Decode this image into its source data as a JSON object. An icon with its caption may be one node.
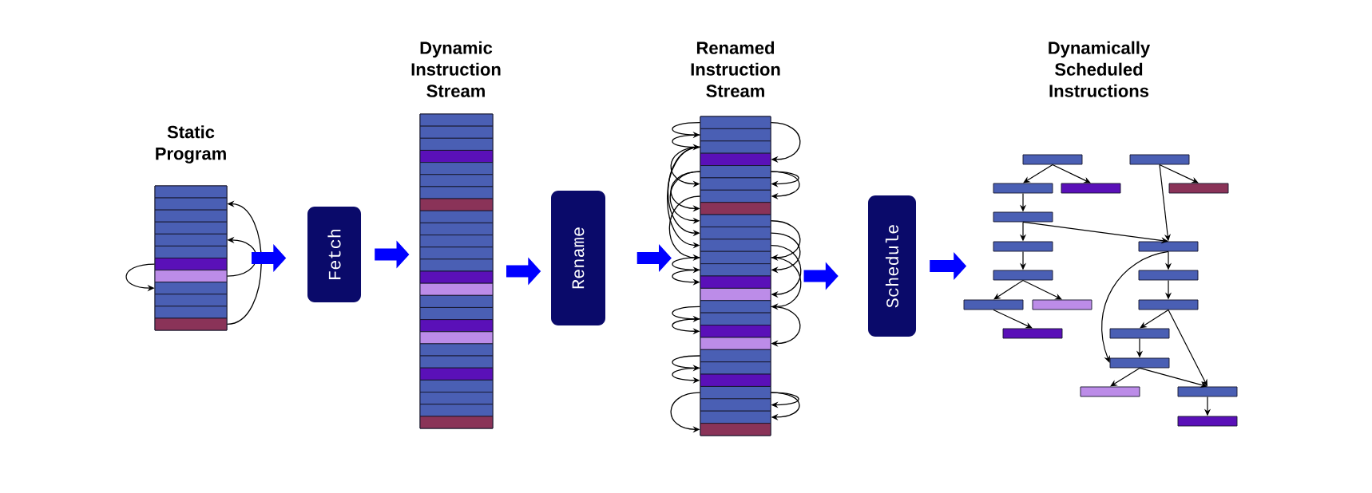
{
  "diagram": {
    "nodes": [
      {
        "text": [
          "Static Program"
        ]
      },
      {
        "text": [],
        "shape": "bar",
        "in": 0
      },
      {
        "text": [],
        "shape": "bar",
        "in": 0
      },
      {
        "text": [],
        "shape": "bar",
        "in": 0
      },
      {
        "text": [],
        "shape": "bar",
        "in": 0
      },
      {
        "text": [],
        "shape": "bar",
        "in": 0
      },
      {
        "text": [],
        "shape": "bar",
        "in": 0
      },
      {
        "text": [],
        "shape": "bar",
        "in": 0
      },
      {
        "text": [],
        "shape": "bar",
        "in": 0
      },
      {
        "text": [],
        "shape": "bar",
        "in": 0
      },
      {
        "text": [],
        "shape": "bar",
        "in": 0
      },
      {
        "text": [],
        "shape": "bar",
        "in": 0
      },
      {
        "text": [],
        "shape": "bar",
        "in": 0
      },
      {
        "text": [
          "Fetch"
        ]
      },
      {
        "text": [
          "Dynamic Instruction Stream"
        ]
      },
      {
        "text": [],
        "shape": "bar",
        "in": 14
      },
      {
        "text": [],
        "shape": "bar",
        "in": 14
      },
      {
        "text": [],
        "shape": "bar",
        "in": 14
      },
      {
        "text": [],
        "shape": "bar",
        "in": 14
      },
      {
        "text": [],
        "shape": "bar",
        "in": 14
      },
      {
        "text": [],
        "shape": "bar",
        "in": 14
      },
      {
        "text": [],
        "shape": "bar",
        "in": 14
      },
      {
        "text": [],
        "shape": "bar",
        "in": 14
      },
      {
        "text": [],
        "shape": "bar",
        "in": 14
      },
      {
        "text": [],
        "shape": "bar",
        "in": 14
      },
      {
        "text": [],
        "shape": "bar",
        "in": 14
      },
      {
        "text": [],
        "shape": "bar",
        "in": 14
      },
      {
        "text": [],
        "shape": "bar",
        "in": 14
      },
      {
        "text": [],
        "shape": "bar",
        "in": 14
      },
      {
        "text": [],
        "shape": "bar",
        "in": 14
      },
      {
        "text": [],
        "shape": "bar",
        "in": 14
      },
      {
        "text": [],
        "shape": "bar",
        "in": 14
      },
      {
        "text": [],
        "shape": "bar",
        "in": 14
      },
      {
        "text": [],
        "shape": "bar",
        "in": 14
      },
      {
        "text": [],
        "shape": "bar",
        "in": 14
      },
      {
        "text": [],
        "shape": "bar",
        "in": 14
      },
      {
        "text": [],
        "shape": "bar",
        "in": 14
      },
      {
        "text": [],
        "shape": "bar",
        "in": 14
      },
      {
        "text": [],
        "shape": "bar",
        "in": 14
      },
      {
        "text": [],
        "shape": "bar",
        "in": 14
      },
      {
        "text": [],
        "shape": "bar",
        "in": 14
      },
      {
        "text": [
          "Rename"
        ]
      },
      {
        "text": [
          "Renamed Instruction Stream"
        ]
      },
      {
        "text": [],
        "shape": "bar",
        "in": 42
      },
      {
        "text": [],
        "shape": "bar",
        "in": 42
      },
      {
        "text": [],
        "shape": "bar",
        "in": 42
      },
      {
        "text": [],
        "shape": "bar",
        "in": 42
      },
      {
        "text": [],
        "shape": "bar",
        "in": 42
      },
      {
        "text": [],
        "shape": "bar",
        "in": 42
      },
      {
        "text": [],
        "shape": "bar",
        "in": 42
      },
      {
        "text": [],
        "shape": "bar",
        "in": 42
      },
      {
        "text": [],
        "shape": "bar",
        "in": 42
      },
      {
        "text": [],
        "shape": "bar",
        "in": 42
      },
      {
        "text": [],
        "shape": "bar",
        "in": 42
      },
      {
        "text": [],
        "shape": "bar",
        "in": 42
      },
      {
        "text": [],
        "shape": "bar",
        "in": 42
      },
      {
        "text": [],
        "shape": "bar",
        "in": 42
      },
      {
        "text": [],
        "shape": "bar",
        "in": 42
      },
      {
        "text": [],
        "shape": "bar",
        "in": 42
      },
      {
        "text": [],
        "shape": "bar",
        "in": 42
      },
      {
        "text": [],
        "shape": "bar",
        "in": 42
      },
      {
        "text": [],
        "shape": "bar",
        "in": 42
      },
      {
        "text": [],
        "shape": "bar",
        "in": 42
      },
      {
        "text": [],
        "shape": "bar",
        "in": 42
      },
      {
        "text": [],
        "shape": "bar",
        "in": 42
      },
      {
        "text": [],
        "shape": "bar",
        "in": 42
      },
      {
        "text": [],
        "shape": "bar",
        "in": 42
      },
      {
        "text": [],
        "shape": "bar",
        "in": 42
      },
      {
        "text": [],
        "shape": "bar",
        "in": 42
      },
      {
        "text": [
          "Schedule"
        ]
      },
      {
        "text": [],
        "shape": "bar"
      },
      {
        "text": [],
        "shape": "bar"
      },
      {
        "text": [],
        "shape": "bar"
      },
      {
        "text": [],
        "shape": "bar"
      },
      {
        "text": [],
        "shape": "bar"
      },
      {
        "text": [],
        "shape": "bar"
      },
      {
        "text": [],
        "shape": "bar"
      },
      {
        "text": [],
        "shape": "bar"
      },
      {
        "text": [],
        "shape": "bar"
      },
      {
        "text": [],
        "shape": "bar"
      },
      {
        "text": [],
        "shape": "bar"
      },
      {
        "text": [],
        "shape": "bar"
      },
      {
        "text": [],
        "shape": "bar"
      },
      {
        "text": [],
        "shape": "bar"
      },
      {
        "text": [],
        "shape": "bar"
      },
      {
        "text": [],
        "shape": "bar"
      },
      {
        "text": [],
        "shape": "bar"
      },
      {
        "text": [],
        "shape": "bar"
      },
      {
        "text": [],
        "shape": "bar"
      }
    ],
    "edges": [
      {
        "from": 7,
        "to": 9,
        "arrow": "to"
      },
      {
        "from": 8,
        "to": 5,
        "arrow": "to"
      },
      {
        "from": 12,
        "to": 2,
        "arrow": "to"
      },
      {
        "from": 43,
        "to": 44,
        "arrow": "to"
      },
      {
        "from": 44,
        "to": 45,
        "arrow": "to"
      },
      {
        "from": 45,
        "to": 48,
        "arrow": "to"
      },
      {
        "from": 47,
        "to": 50,
        "arrow": "to"
      },
      {
        "from": 47,
        "to": 51,
        "arrow": "to"
      },
      {
        "from": 45,
        "to": 52,
        "arrow": "to"
      },
      {
        "from": 45,
        "to": 53,
        "arrow": "to"
      },
      {
        "from": 49,
        "to": 54,
        "arrow": "to"
      },
      {
        "from": 54,
        "to": 55,
        "arrow": "to"
      },
      {
        "from": 55,
        "to": 56,
        "arrow": "to"
      },
      {
        "from": 58,
        "to": 59,
        "arrow": "to"
      },
      {
        "from": 59,
        "to": 60,
        "arrow": "to"
      },
      {
        "from": 62,
        "to": 63,
        "arrow": "to"
      },
      {
        "from": 63,
        "to": 64,
        "arrow": "to"
      },
      {
        "from": 65,
        "to": 68,
        "arrow": "to"
      },
      {
        "from": 43,
        "to": 46,
        "arrow": "to"
      },
      {
        "from": 47,
        "to": 48,
        "arrow": "to"
      },
      {
        "from": 47,
        "to": 49,
        "arrow": "to"
      },
      {
        "from": 51,
        "to": 54,
        "arrow": "to"
      },
      {
        "from": 52,
        "to": 55,
        "arrow": "to"
      },
      {
        "from": 53,
        "to": 57,
        "arrow": "to"
      },
      {
        "from": 54,
        "to": 58,
        "arrow": "to"
      },
      {
        "from": 58,
        "to": 61,
        "arrow": "to"
      },
      {
        "from": 65,
        "to": 66,
        "arrow": "to"
      },
      {
        "from": 65,
        "to": 67,
        "arrow": "to"
      },
      {
        "from": 70,
        "to": 72,
        "arrow": "to"
      },
      {
        "from": 70,
        "to": 73,
        "arrow": "to"
      },
      {
        "from": 71,
        "to": 74,
        "arrow": "to"
      },
      {
        "from": 71,
        "to": 77,
        "arrow": "to"
      },
      {
        "from": 72,
        "to": 75,
        "arrow": "to"
      },
      {
        "from": 75,
        "to": 76,
        "arrow": "to"
      },
      {
        "from": 75,
        "to": 77,
        "arrow": "to"
      },
      {
        "from": 76,
        "to": 78,
        "arrow": "to"
      },
      {
        "from": 77,
        "to": 79,
        "arrow": "to"
      },
      {
        "from": 77,
        "to": 85,
        "arrow": "to"
      },
      {
        "from": 78,
        "to": 80,
        "arrow": "to"
      },
      {
        "from": 78,
        "to": 81,
        "arrow": "to"
      },
      {
        "from": 79,
        "to": 82,
        "arrow": "to"
      },
      {
        "from": 80,
        "to": 83,
        "arrow": "to"
      },
      {
        "from": 82,
        "to": 84,
        "arrow": "to"
      },
      {
        "from": 82,
        "to": 87,
        "arrow": "to"
      },
      {
        "from": 84,
        "to": 85,
        "arrow": "to"
      },
      {
        "from": 85,
        "to": 86,
        "arrow": "to"
      },
      {
        "from": 85,
        "to": 87,
        "arrow": "to"
      },
      {
        "from": 87,
        "to": 88,
        "arrow": "to"
      },
      {
        "from": 0,
        "to": 13,
        "arrow": "to",
        "style": "thick",
        "color": "#0000ff"
      },
      {
        "from": 13,
        "to": 14,
        "arrow": "to",
        "style": "thick",
        "color": "#0000ff"
      },
      {
        "from": 14,
        "to": 41,
        "arrow": "to",
        "style": "thick",
        "color": "#0000ff"
      },
      {
        "from": 41,
        "to": 42,
        "arrow": "to",
        "style": "thick",
        "color": "#0000ff"
      },
      {
        "from": 42,
        "to": 69,
        "arrow": "to",
        "style": "thick",
        "color": "#0000ff"
      },
      {
        "from": 69,
        "to": null,
        "arrow": "to",
        "style": "thick",
        "color": "#0000ff"
      }
    ],
    "labels": [
      "Dynamically Scheduled Instructions"
    ]
  }
}
